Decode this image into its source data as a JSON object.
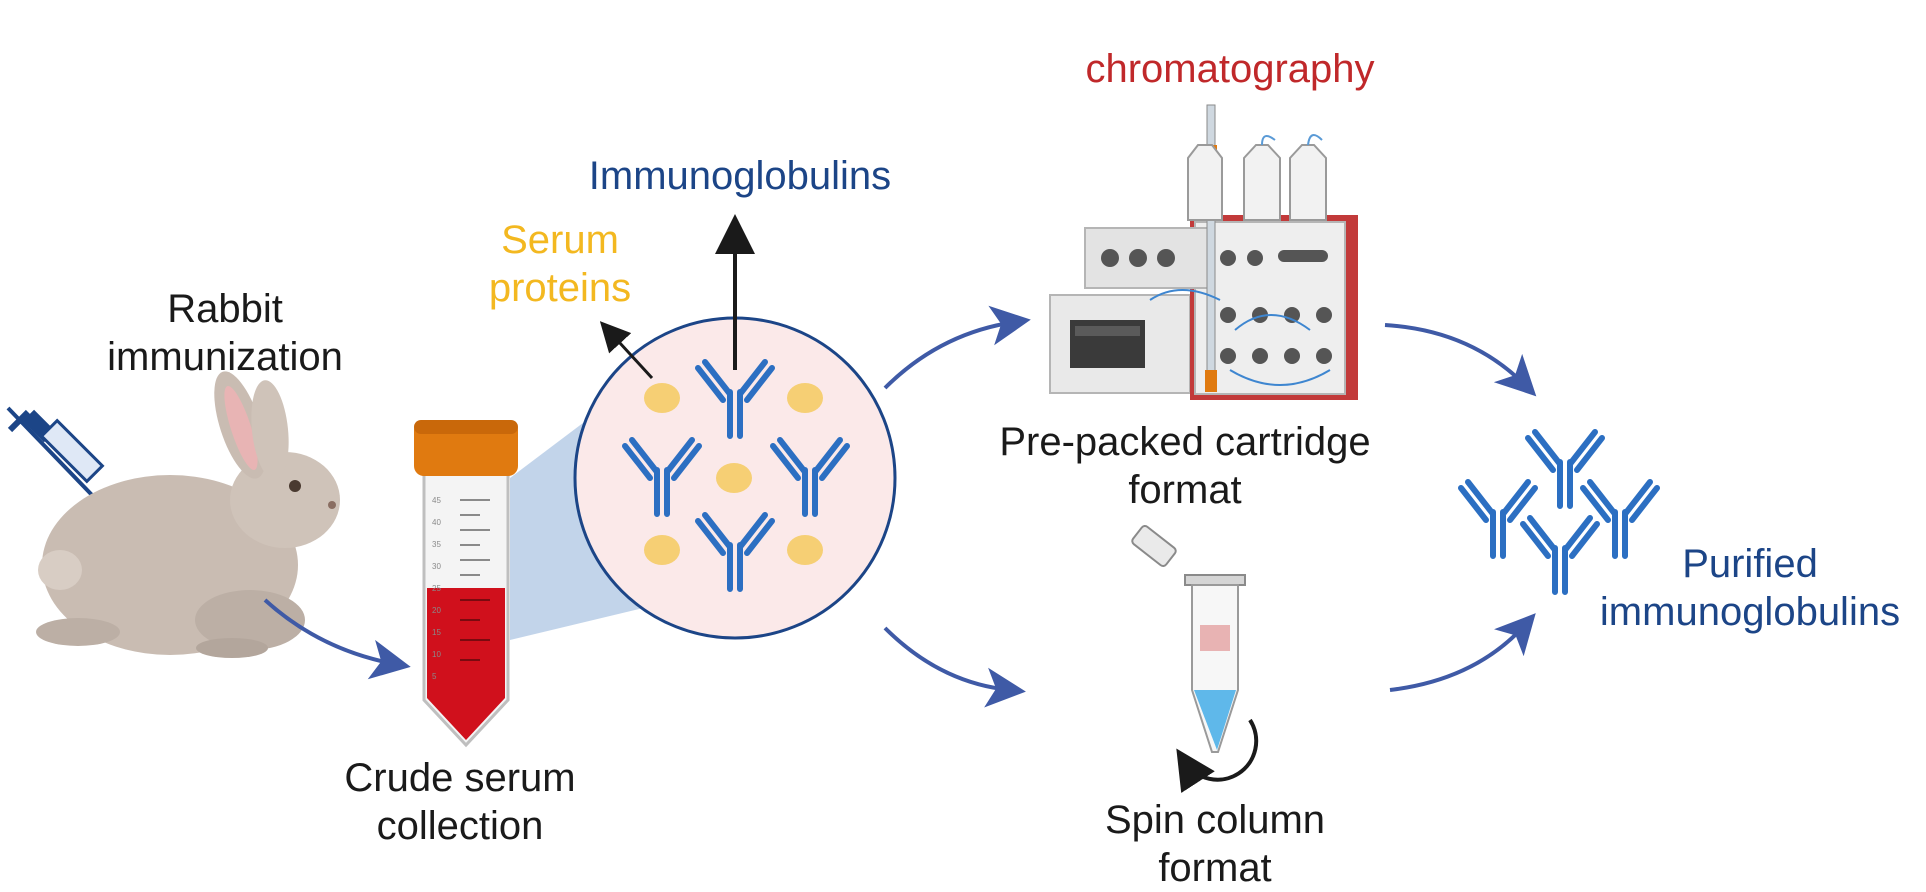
{
  "labels": {
    "chromatography": "chromatography",
    "immunoglobulins": "Immunoglobulins",
    "serum_proteins": [
      "Serum",
      "proteins"
    ],
    "rabbit": [
      "Rabbit",
      "immunization"
    ],
    "crude_serum": [
      "Crude serum",
      "collection"
    ],
    "prepacked": [
      "Pre-packed cartridge",
      "format"
    ],
    "spin": [
      "Spin column",
      "format"
    ],
    "purified": [
      "Purified",
      "immunoglobulins"
    ]
  },
  "colors": {
    "arrow": "#3f5aa6",
    "antibody": "#2c6fc2",
    "serum_protein": "#f6cf74",
    "title_blue": "#1c4587",
    "title_yellow": "#f3b820",
    "title_red": "#c0282a",
    "blood": "#d0101c",
    "cap": "#e07a10",
    "instrument_red": "#c23a3a"
  },
  "tube_scale": [
    "45",
    "40",
    "35",
    "30",
    "25",
    "20",
    "15",
    "10",
    "5"
  ]
}
